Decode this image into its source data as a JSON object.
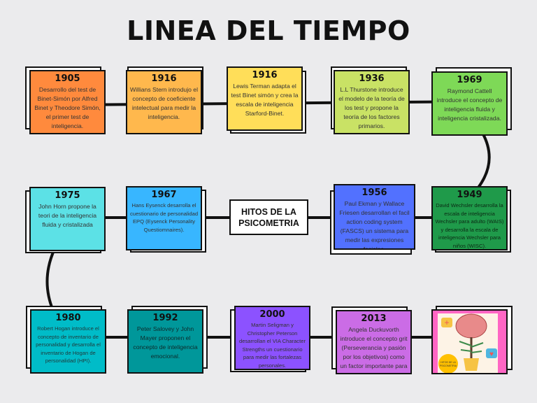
{
  "title": "LINEA DEL TIEMPO",
  "center_label": "HITOS DE LA PSICOMETRIA",
  "events": [
    {
      "year": "1905",
      "text": "Desarrollo del test de Binet-Simón por Alfred Binet y Theodore Simón, el primer test de inteligencia.",
      "color": "#ff8a3d"
    },
    {
      "year": "1916",
      "text": "Willians Stern introdujo el concepto de coeficiente intelectual para medir la inteligencia.",
      "color": "#ffb84d"
    },
    {
      "year": "1916",
      "text": "Lewis Terman adapta el test Binet simón y crea la escala de inteligencia Starford-Binet.",
      "color": "#ffde59"
    },
    {
      "year": "1936",
      "text": "L.L Thurstone introduce el modelo de la teoría de los test y propone la teoría de los factores primarios.",
      "color": "#c9e265"
    },
    {
      "year": "1969",
      "text": "Raymond Cattell introduce el concepto de inteligencia fluida y inteligencia cristalizada.",
      "color": "#7ed957"
    },
    {
      "year": "1949",
      "text": "David Wechsler desarrolla la escala de inteligencia Wechsler para adulto (WAIS) y desarrolla la escala de inteligencia Wechsler para niños (WISC).",
      "color": "#1f9a4a"
    },
    {
      "year": "1956",
      "text": "Paul Ekman y Wallace Friesen desarrollan el facil action coding system (FASCS) un sistema para medir las expresiones faciales.",
      "color": "#5271ff"
    },
    {
      "year": "1967",
      "text": "Hans Eysenck desarrolla el cuestionario de personalidad EPQ (Eysenck Personality Questiomnaires).",
      "color": "#38b6ff"
    },
    {
      "year": "1975",
      "text": "John Horn propone la teori de la inteligencia fluida y cristalizada",
      "color": "#5ce1e6"
    },
    {
      "year": "1980",
      "text": "Robert Hogan introduce el concepto de inventario de personalidad y desarrolla el inventario de Hogan de personalidad (HPI).",
      "color": "#00bcc8"
    },
    {
      "year": "1992",
      "text": "Peter Salovey y John Mayer proponen el concepto de inteligencia emocional.",
      "color": "#00979a"
    },
    {
      "year": "2000",
      "text": "Martin Seligman y Christopher Peterson desarrollan el VIA Character Strengths un cuestionario para medir las fortalezas personales.",
      "color": "#8c52ff"
    },
    {
      "year": "2013",
      "text": "Angela Duckuvorth introduce el concepto grit (Perseverancia y pasión por los objetivos) como un factor importante para el éxito",
      "color": "#cb6ce6"
    }
  ],
  "illustration": {
    "label": "HITOS DE LA PSICOMETRIA",
    "color": "#ff66c4",
    "icons": [
      "brain-tree-icon",
      "plus-bubble-icon",
      "heart-bubble-icon"
    ]
  }
}
